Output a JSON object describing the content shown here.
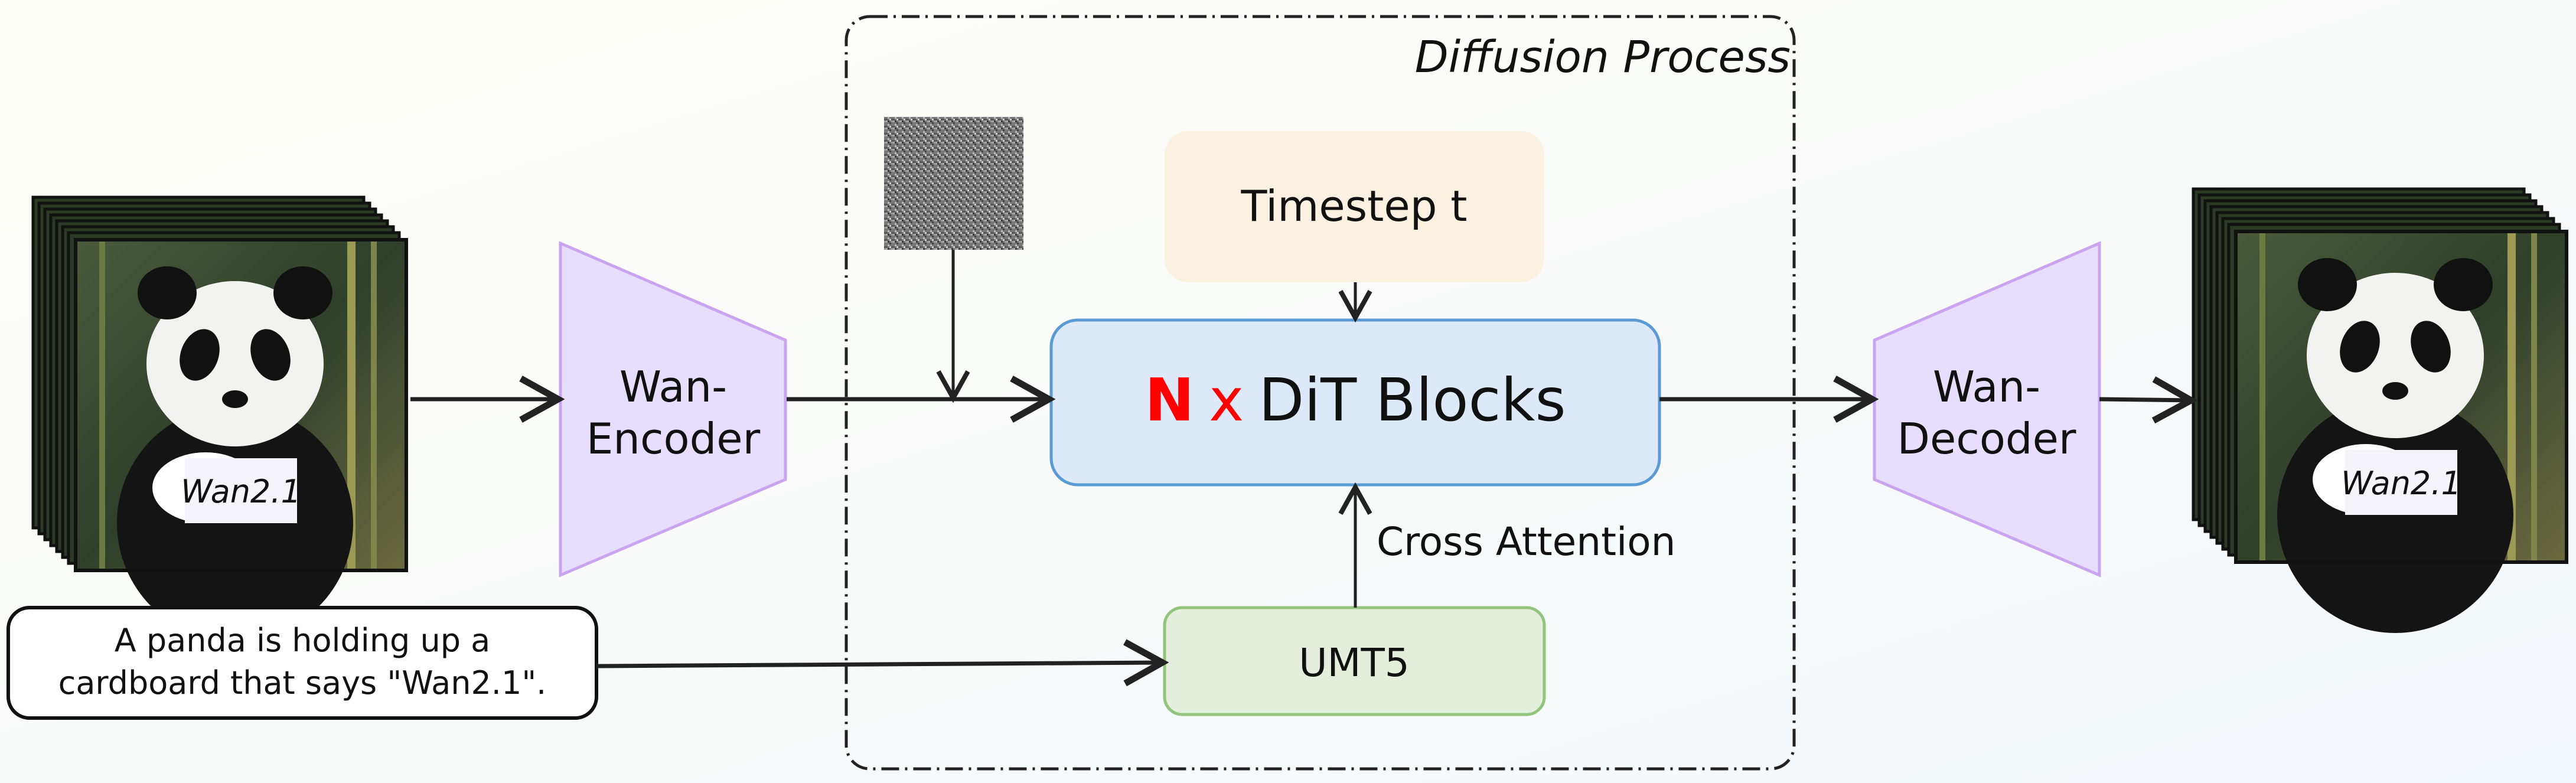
{
  "diagram": {
    "group_label": "Diffusion Process",
    "timestep": "Timestep t",
    "dit": {
      "multiplier": "N",
      "times": "x",
      "label": "DiT Blocks"
    },
    "encoder": {
      "line1": "Wan-",
      "line2": "Encoder"
    },
    "decoder": {
      "line1": "Wan-",
      "line2": "Decoder"
    },
    "cross_attention": "Cross Attention",
    "text_encoder": "UMT5",
    "prompt": {
      "line1": "A panda is holding up a",
      "line2": "cardboard that says \"Wan2.1\"."
    },
    "input_sign": "Wan2.1",
    "output_sign": "Wan2.1"
  },
  "colors": {
    "timestep_fill": "#faf1e0",
    "dit_fill": "#dde9f8",
    "dit_stroke": "#5b9bd5",
    "umt5_fill": "#e3efdc",
    "umt5_stroke": "#93c47d",
    "codec_fill": "#e7ddfc",
    "codec_stroke": "#c9a4f0",
    "accent_red": "#ff0000"
  }
}
